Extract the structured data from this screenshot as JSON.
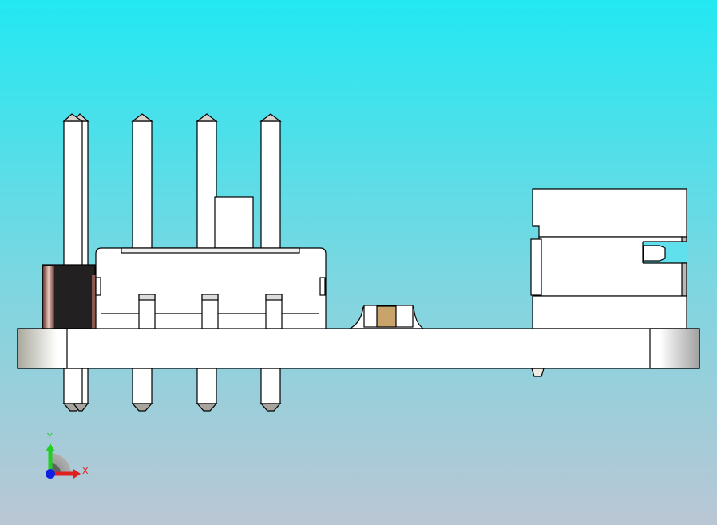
{
  "viewport": {
    "background_top": "#22E8F2",
    "background_bottom": "#BAC6D4",
    "view_orientation": "front"
  },
  "colors": {
    "body": "#FFFFFF",
    "edge": "#000000",
    "pin_tip": "#D8D2CC",
    "dark_component": "#222020",
    "copper_stripe": "#8A5A50",
    "smd_body": "#C9A46A"
  },
  "triad": {
    "x_label": "X",
    "y_label": "Y",
    "x_color": "#E02020",
    "y_color": "#20D020",
    "z_color": "#1020E0"
  }
}
